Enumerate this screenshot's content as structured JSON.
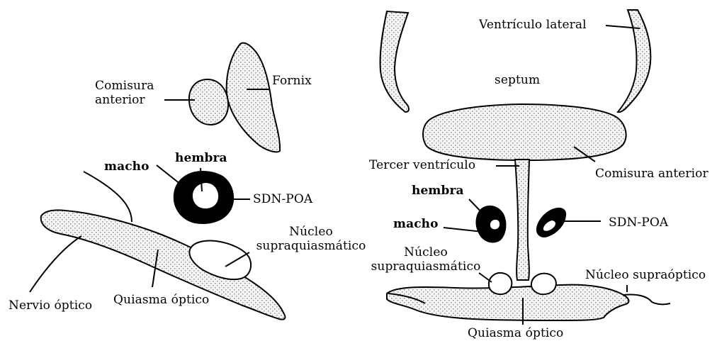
{
  "colors": {
    "stipple": "#8c8c8c",
    "ink": "#000000",
    "background": "#ffffff"
  },
  "left_panel": {
    "comisura_anterior": "Comisura\nanterior",
    "fornix": "Fornix",
    "hembra": "hembra",
    "macho": "macho",
    "sdn_poa": "SDN-POA",
    "nucleo_supraquiasmatico": "Núcleo\nsupraquiasmático",
    "nervio_optico": "Nervio óptico",
    "quiasma_optico": "Quiasma óptico"
  },
  "right_panel": {
    "ventriculo_lateral": "Ventrículo lateral",
    "septum": "septum",
    "tercer_ventriculo": "Tercer ventrículo",
    "comisura_anterior": "Comisura anterior",
    "hembra": "hembra",
    "macho": "macho",
    "sdn_poa": "SDN-POA",
    "nucleo_supraquiasmatico": "Núcleo\nsupraquiasmático",
    "nucleo_supraoptico": "Núcleo supraóptico",
    "quiasma_optico": "Quiasma óptico"
  }
}
